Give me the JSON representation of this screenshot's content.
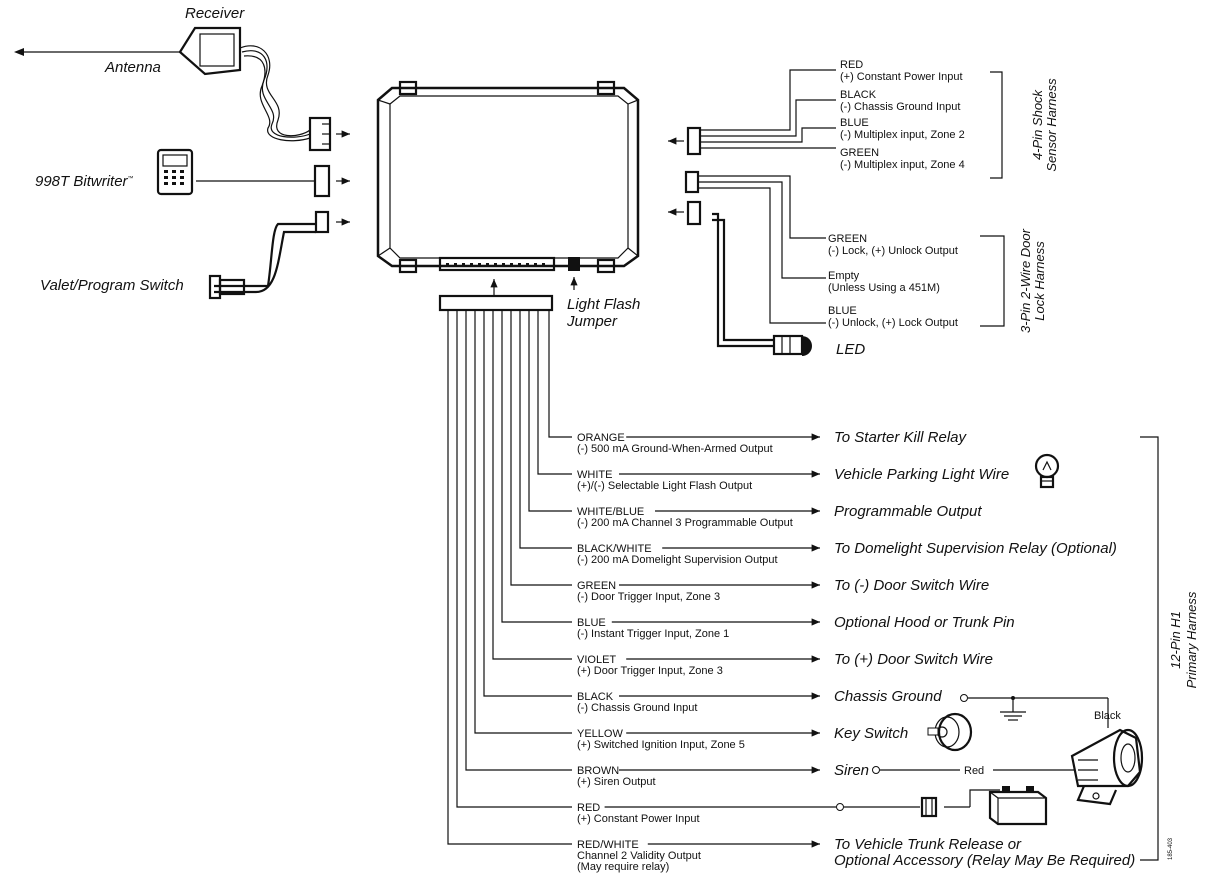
{
  "left": {
    "receiver": "Receiver",
    "antenna": "Antenna",
    "bitwriter": "998T Bitwriter",
    "bitwriter_tm": "™",
    "valet": "Valet/Program Switch"
  },
  "center": {
    "light_flash_1": "Light Flash",
    "light_flash_2": "Jumper"
  },
  "shock_harness": {
    "title_1": "4-Pin Shock",
    "title_2": "Sensor Harness",
    "wires": [
      {
        "color": "RED",
        "desc": "(+) Constant Power Input"
      },
      {
        "color": "BLACK",
        "desc": "(-) Chassis Ground Input"
      },
      {
        "color": "BLUE",
        "desc": "(-) Multiplex input, Zone 2"
      },
      {
        "color": "GREEN",
        "desc": "(-) Multiplex input, Zone 4"
      }
    ]
  },
  "door_lock_harness": {
    "title_1": "3-Pin 2-Wire Door",
    "title_2": "Lock Harness",
    "wires": [
      {
        "color": "GREEN",
        "desc": "(-) Lock, (+) Unlock Output"
      },
      {
        "color": "Empty",
        "desc": "(Unless Using a 451M)"
      },
      {
        "color": "BLUE",
        "desc": "(-) Unlock, (+) Lock Output"
      }
    ]
  },
  "led": "LED",
  "primary_harness": {
    "title_1": "12-Pin H1",
    "title_2": "Primary Harness",
    "wires": [
      {
        "color": "ORANGE",
        "desc": "(-) 500 mA Ground-When-Armed Output",
        "dest": "To Starter Kill Relay"
      },
      {
        "color": "WHITE",
        "desc": "(+)/(-) Selectable Light Flash Output",
        "dest": "Vehicle Parking Light Wire"
      },
      {
        "color": "WHITE/BLUE",
        "desc": "(-) 200 mA Channel 3 Programmable Output",
        "dest": "Programmable Output"
      },
      {
        "color": "BLACK/WHITE",
        "desc": "(-) 200 mA Domelight Supervision Output",
        "dest": "To Domelight Supervision Relay (Optional)"
      },
      {
        "color": "GREEN",
        "desc": "(-) Door Trigger Input, Zone 3",
        "dest": "To (-) Door Switch Wire"
      },
      {
        "color": "BLUE",
        "desc": "(-) Instant Trigger Input, Zone 1",
        "dest": "Optional Hood or Trunk Pin"
      },
      {
        "color": "VIOLET",
        "desc": "(+) Door Trigger Input, Zone 3",
        "dest": "To (+) Door Switch Wire"
      },
      {
        "color": "BLACK",
        "desc": "(-) Chassis Ground Input",
        "dest": "Chassis Ground"
      },
      {
        "color": "YELLOW",
        "desc": "(+) Switched Ignition Input, Zone 5",
        "dest": "Key Switch"
      },
      {
        "color": "BROWN",
        "desc": "(+) Siren Output",
        "dest": "Siren"
      },
      {
        "color": "RED",
        "desc": "(+) Constant Power Input",
        "dest": ""
      },
      {
        "color": "RED/WHITE",
        "desc": "Channel 2 Validity Output",
        "desc2": "(May require relay)",
        "dest": "To Vehicle Trunk Release or",
        "dest2": "Optional Accessory (Relay May Be Required)"
      }
    ]
  },
  "siren_labels": {
    "black": "Black",
    "red": "Red"
  },
  "figure_code": "185-403"
}
